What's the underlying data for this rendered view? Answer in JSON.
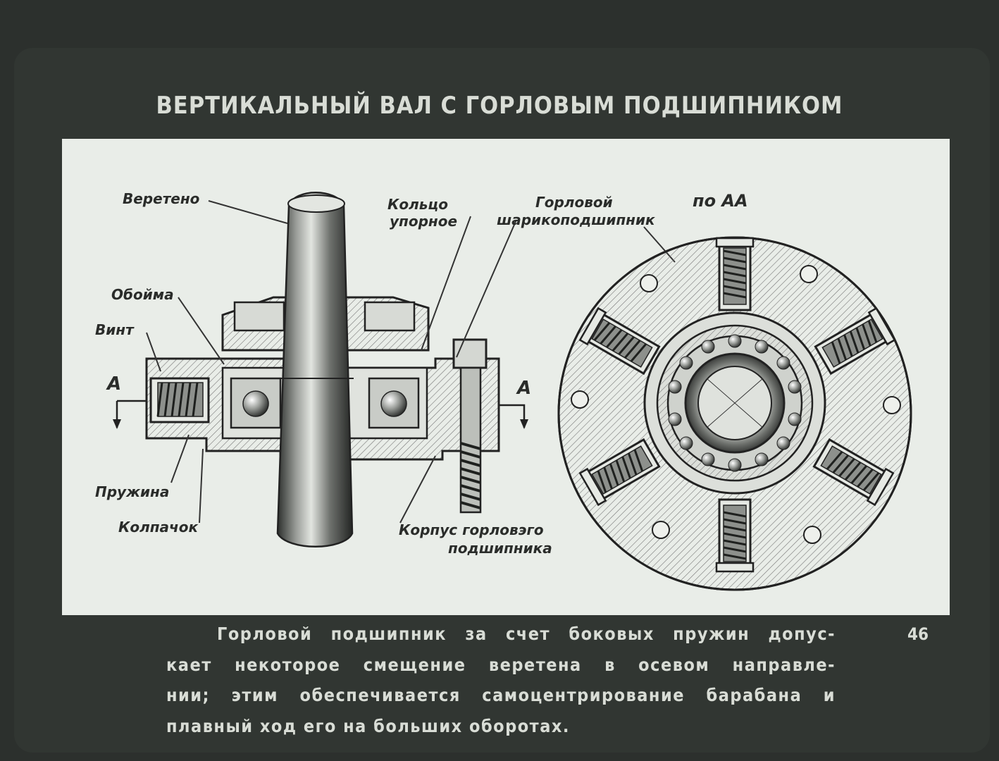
{
  "title": "ВЕРТИКАЛЬНЫЙ ВАЛ С ГОРЛОВЫМ ПОДШИПНИКОМ",
  "labels": {
    "spindle": "Веретено",
    "thrust_ring_1": "Кольцо",
    "thrust_ring_2": "упорное",
    "neck_bearing_1": "Горловой",
    "neck_bearing_2": "шарикоподшипник",
    "section": "по АА",
    "cage": "Обойма",
    "screw": "Винт",
    "section_a_left": "А",
    "section_a_right": "А",
    "spring": "Пружина",
    "cap": "Колпачок",
    "housing_1": "Корпус горловэго",
    "housing_2": "подшипника"
  },
  "caption": [
    "Горловой подшипник за счет боковых пружин допус-",
    "кает некоторое смещение веретена в осевом направле-",
    "нии; этим обеспечивается самоцентрирование барабана и",
    "плавный ход его на больших оборотах."
  ],
  "page_number": "46"
}
